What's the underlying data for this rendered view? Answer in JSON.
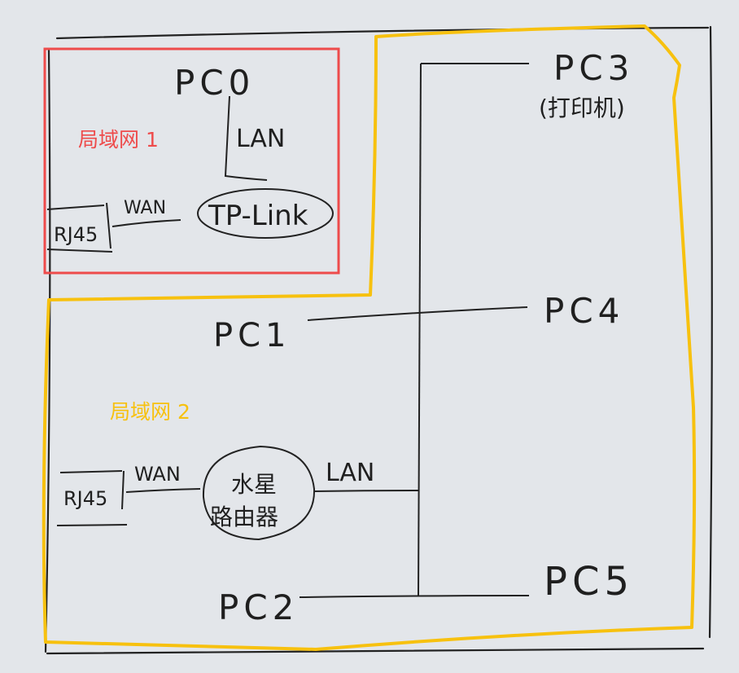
{
  "zones": {
    "lan1": {
      "label": "局域网 1",
      "color": "#ee4b4b"
    },
    "lan2": {
      "label": "局域网 2",
      "color": "#f7c10f"
    }
  },
  "nodes": {
    "pc0": "PC0",
    "pc1": "PC1",
    "pc2": "PC2",
    "pc3": "PC3",
    "pc3_note": "(打印机)",
    "pc4": "PC4",
    "pc5": "PC5",
    "rj45_top": "RJ45",
    "rj45_bottom": "RJ45",
    "tp_link": "TP-Link",
    "mercury_line1": "水星",
    "mercury_line2": "路由器"
  },
  "links": {
    "lan_top": "LAN",
    "wan_top": "WAN",
    "wan_bottom": "WAN",
    "lan_bottom": "LAN"
  },
  "colors": {
    "paper": "#e3e6ea",
    "ink": "#1f1f1f"
  }
}
